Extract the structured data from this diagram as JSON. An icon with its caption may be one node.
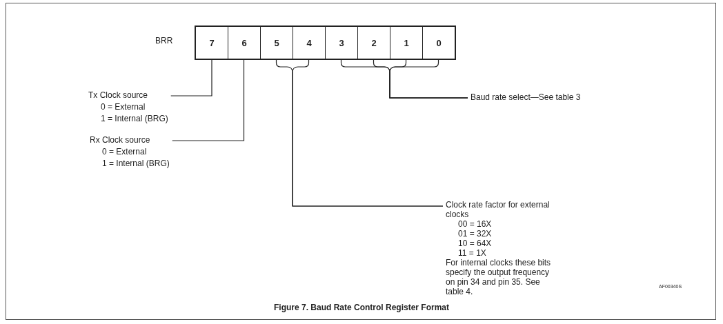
{
  "diagram": {
    "caption": "Figure 7. Baud Rate Control Register Format",
    "nodes": [
      {
        "text": [
          "BRR"
        ]
      },
      {
        "text": [
          "7"
        ],
        "in": 0
      },
      {
        "text": [
          "6"
        ],
        "in": 0
      },
      {
        "text": [
          "5"
        ],
        "in": 0
      },
      {
        "text": [
          "4"
        ],
        "in": 0
      },
      {
        "text": [
          "3"
        ],
        "in": 0
      },
      {
        "text": [
          "2"
        ],
        "in": 0
      },
      {
        "text": [
          "1"
        ],
        "in": 0
      },
      {
        "text": [
          "0"
        ],
        "in": 0
      },
      {
        "text": [
          "Tx Clock source",
          "0 = External",
          "1 = Internal (BRG)"
        ]
      },
      {
        "text": [
          "Rx Clock source",
          "0 = External",
          "1 = Internal (BRG)"
        ]
      },
      {
        "text": [
          "Baud rate select—See table 3"
        ]
      },
      {
        "text": [
          "Clock rate factor for external clocks",
          "00 = 16X",
          "01 = 32X",
          "10 = 64X",
          "11 = 1X",
          "For internal clocks these bits specify the output frequency on pin 34 and pin 35. See table 4."
        ]
      }
    ],
    "edges": [
      {
        "from": 9,
        "to": 1,
        "arrow": "none"
      },
      {
        "from": 10,
        "to": 2,
        "arrow": "none"
      },
      {
        "from": 11,
        "to": 5,
        "arrow": "none"
      },
      {
        "from": 11,
        "to": 6,
        "arrow": "none"
      },
      {
        "from": 11,
        "to": 7,
        "arrow": "none"
      },
      {
        "from": 11,
        "to": 8,
        "arrow": "none"
      },
      {
        "from": 12,
        "to": 3,
        "arrow": "none"
      },
      {
        "from": 12,
        "to": 4,
        "arrow": "none"
      }
    ],
    "labels": [
      "AF00340S"
    ]
  }
}
